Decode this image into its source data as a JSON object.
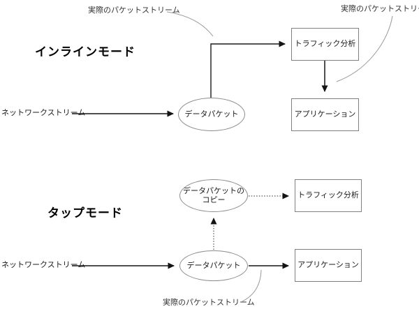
{
  "colors": {
    "background": "#ffffff",
    "node_stroke": "#808080",
    "arrow_black": "#141414",
    "annotation_gray": "#999999",
    "dotted_gray": "#555555",
    "text": "#1a1a1a"
  },
  "inline_diagram": {
    "title": "インラインモード",
    "annotation_left": "実際のパケットストリーム",
    "annotation_right": "実際のパケットストリーム",
    "stream_label": "ネットワークストリーム",
    "packet_ellipse": "データパケット",
    "traffic_box": "トラフィック分析",
    "app_box": "アプリケーション"
  },
  "tap_diagram": {
    "title": "タップモード",
    "annotation_bottom": "実際のパケットストリーム",
    "stream_label": "ネットワークストリーム",
    "packet_ellipse": "データパケット",
    "copy_ellipse_line1": "データパケットの",
    "copy_ellipse_line2": "コピー",
    "traffic_box": "トラフィック分析",
    "app_box": "アプリケーション"
  }
}
